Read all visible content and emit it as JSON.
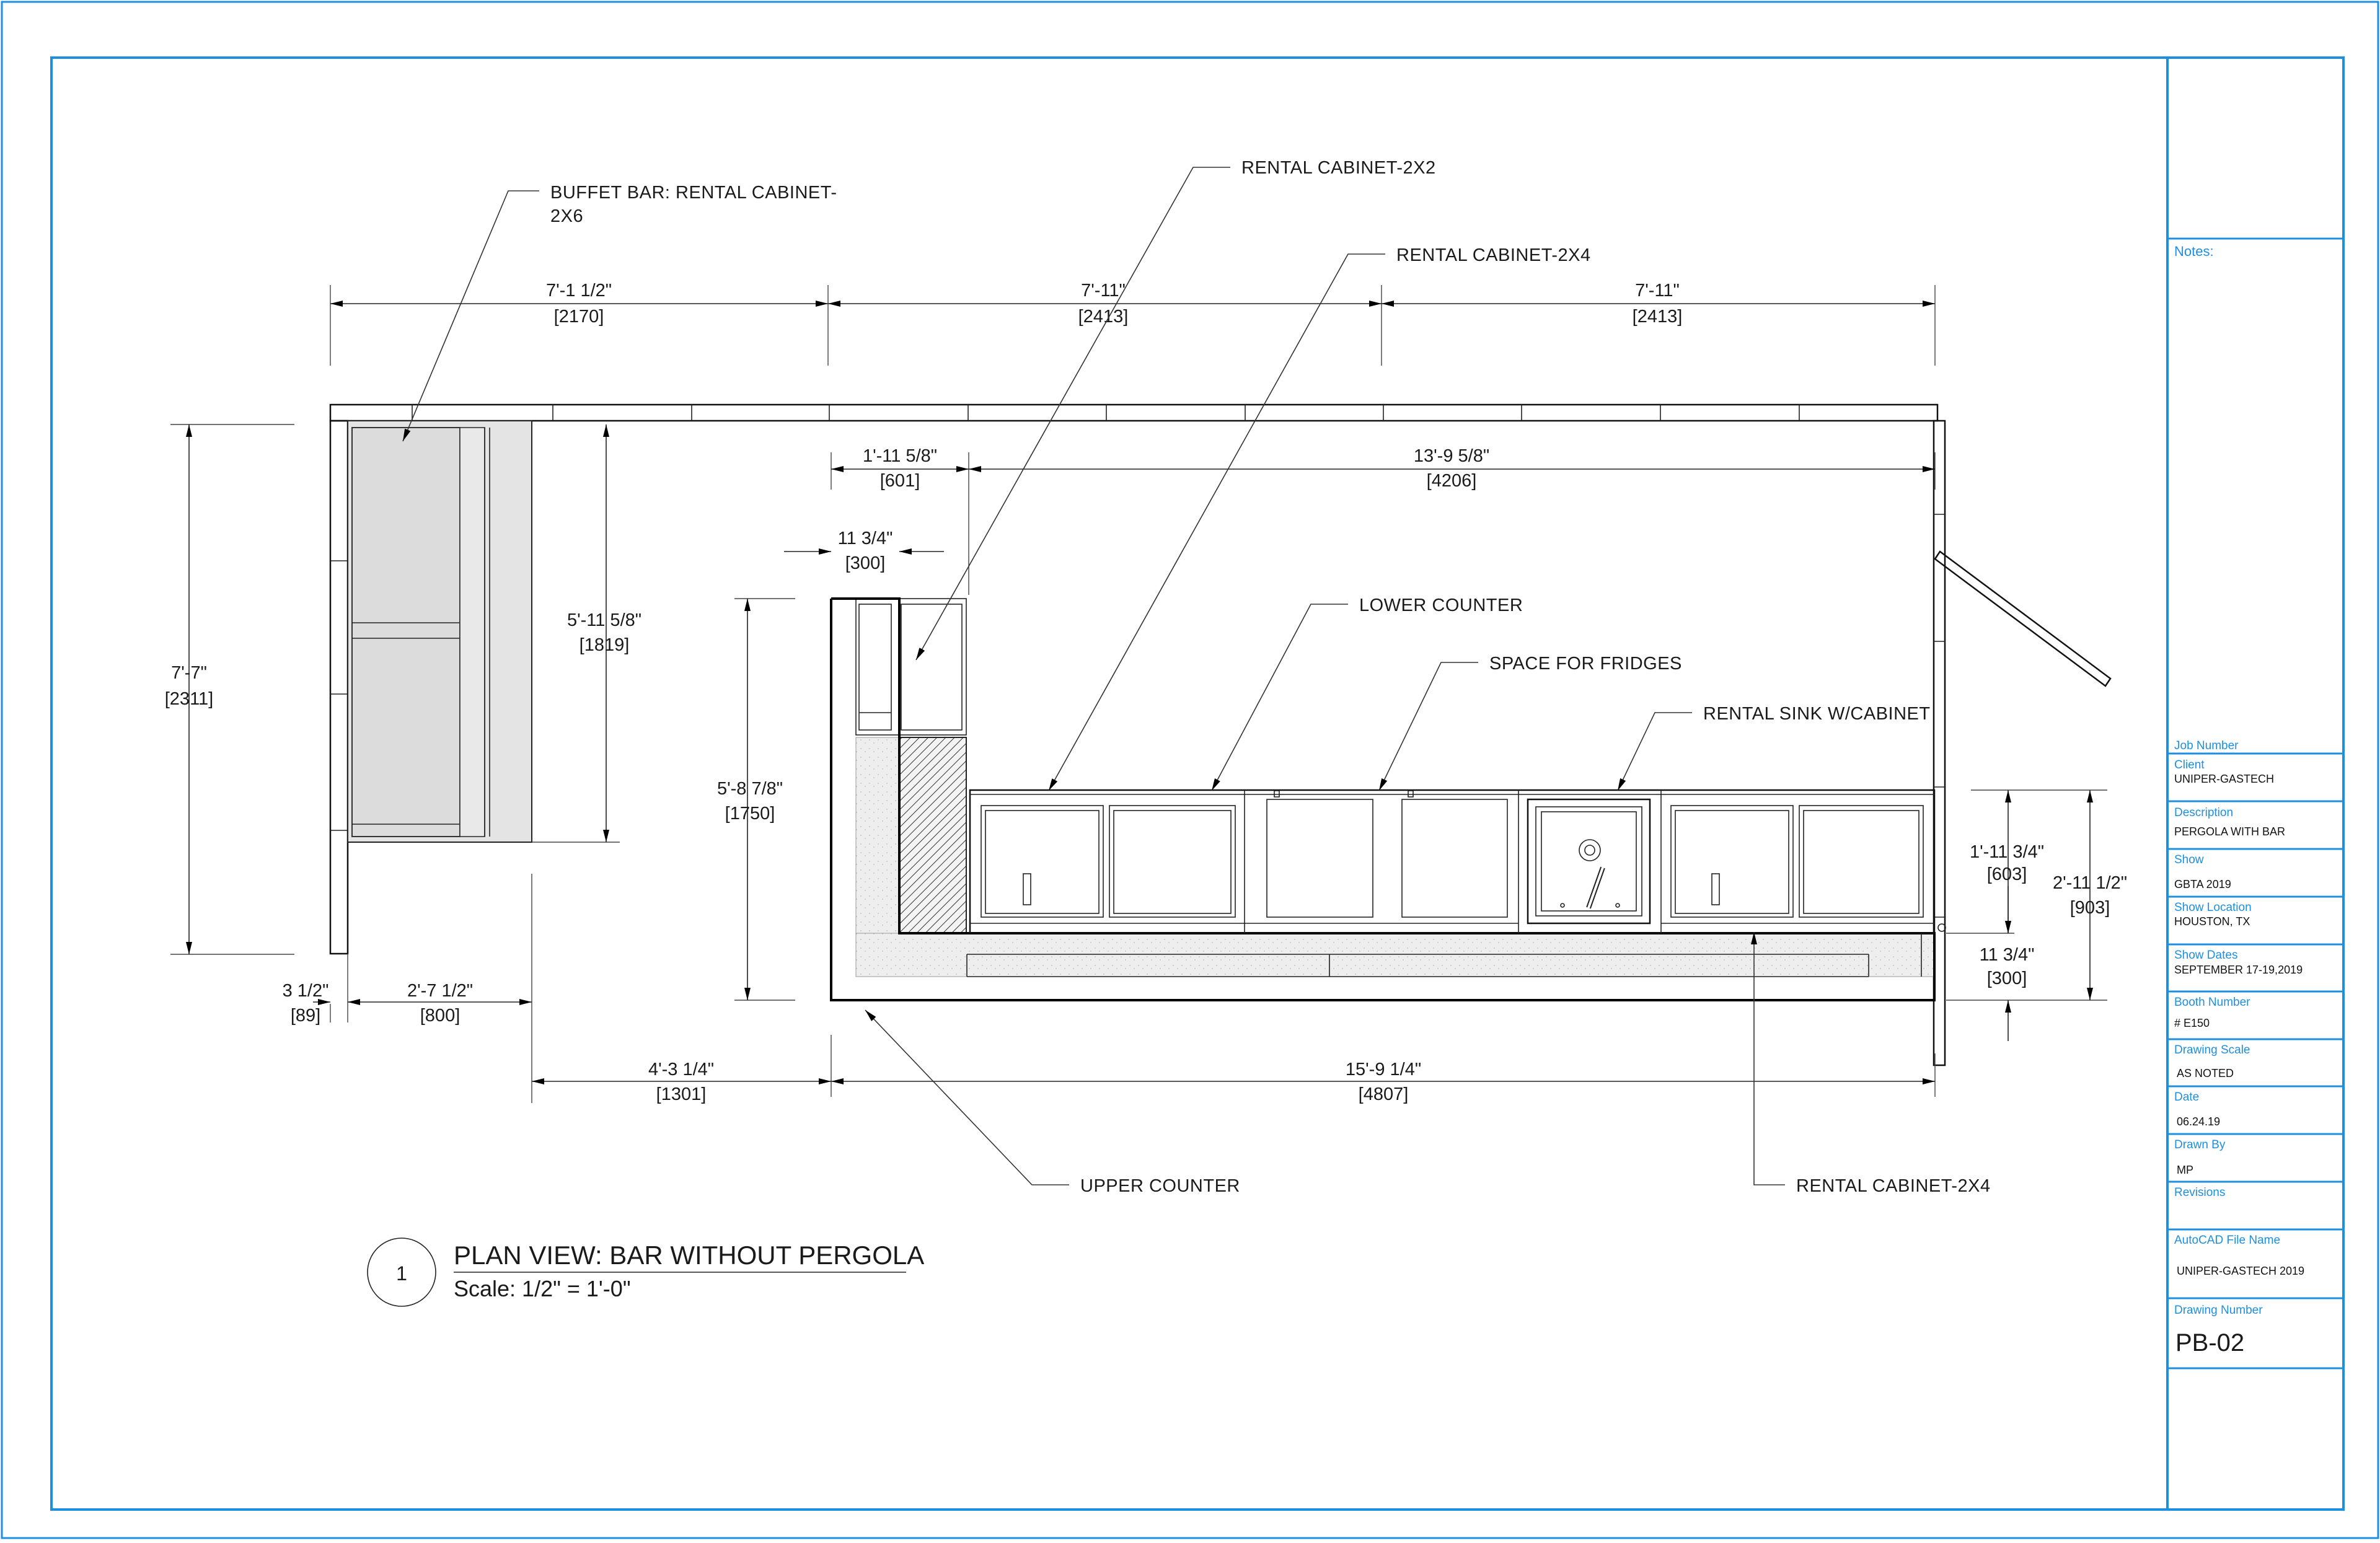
{
  "drawing": {
    "title": "PLAN VIEW: BAR WITHOUT PERGOLA",
    "scale": "Scale: 1/2\" = 1'-0\"",
    "detail_number": "1"
  },
  "labels": {
    "buffet_bar_line1": "BUFFET BAR: RENTAL CABINET-",
    "buffet_bar_line2": "2X6",
    "rental_cabinet_2x2": "RENTAL CABINET-2X2",
    "rental_cabinet_2x4_top": "RENTAL CABINET-2X4",
    "lower_counter": "LOWER COUNTER",
    "space_for_fridges": "SPACE FOR FRIDGES",
    "rental_sink": "RENTAL SINK W/CABINET",
    "upper_counter": "UPPER COUNTER",
    "rental_cabinet_2x4_bottom": "RENTAL CABINET-2X4"
  },
  "dimensions": {
    "top_1": {
      "imperial": "7'-1 1/2\"",
      "metric": "[2170]"
    },
    "top_2": {
      "imperial": "7'-11\"",
      "metric": "[2413]"
    },
    "top_3": {
      "imperial": "7'-11\"",
      "metric": "[2413]"
    },
    "inner_left": {
      "imperial": "1'-11 5/8\"",
      "metric": "[601]"
    },
    "inner_right": {
      "imperial": "13'-9 5/8\"",
      "metric": "[4206]"
    },
    "small_300": {
      "imperial": "11 3/4\"",
      "metric": "[300]"
    },
    "left_height": {
      "imperial": "7'-7\"",
      "metric": "[2311]"
    },
    "buffet_height": {
      "imperial": "5'-11 5/8\"",
      "metric": "[1819]"
    },
    "bar_height": {
      "imperial": "5'-8 7/8\"",
      "metric": "[1750]"
    },
    "post_width": {
      "imperial": "3 1/2\"",
      "metric": "[89]"
    },
    "buffet_depth": {
      "imperial": "2'-7 1/2\"",
      "metric": "[800]"
    },
    "bottom_left": {
      "imperial": "4'-3 1/4\"",
      "metric": "[1301]"
    },
    "bottom_right": {
      "imperial": "15'-9 1/4\"",
      "metric": "[4807]"
    },
    "right_lower": {
      "imperial": "1'-11 3/4\"",
      "metric": "[603]"
    },
    "right_upper": {
      "imperial": "11 3/4\"",
      "metric": "[300]"
    },
    "right_total": {
      "imperial": "2'-11 1/2\"",
      "metric": "[903]"
    }
  },
  "title_block": {
    "notes_label": "Notes:",
    "job_number_label": "Job Number",
    "client_label": "Client",
    "client": "UNIPER-GASTECH",
    "description_label": "Description",
    "description": "PERGOLA WITH BAR",
    "show_label": "Show",
    "show": "GBTA 2019",
    "show_location_label": "Show Location",
    "show_location": "HOUSTON, TX",
    "show_dates_label": "Show Dates",
    "show_dates": "SEPTEMBER 17-19,2019",
    "booth_number_label": "Booth Number",
    "booth_number": "# E150",
    "drawing_scale_label": "Drawing Scale",
    "drawing_scale": "AS NOTED",
    "date_label": "Date",
    "date": "06.24.19",
    "drawn_by_label": "Drawn By",
    "drawn_by": "MP",
    "revisions_label": "Revisions",
    "autocad_label": "AutoCAD File Name",
    "autocad_file": "UNIPER-GASTECH 2019",
    "drawing_number_label": "Drawing Number",
    "drawing_number": "PB-02"
  },
  "colors": {
    "border": "#1d8fe1",
    "line": "#111111",
    "shade": "#e4e4e4"
  }
}
